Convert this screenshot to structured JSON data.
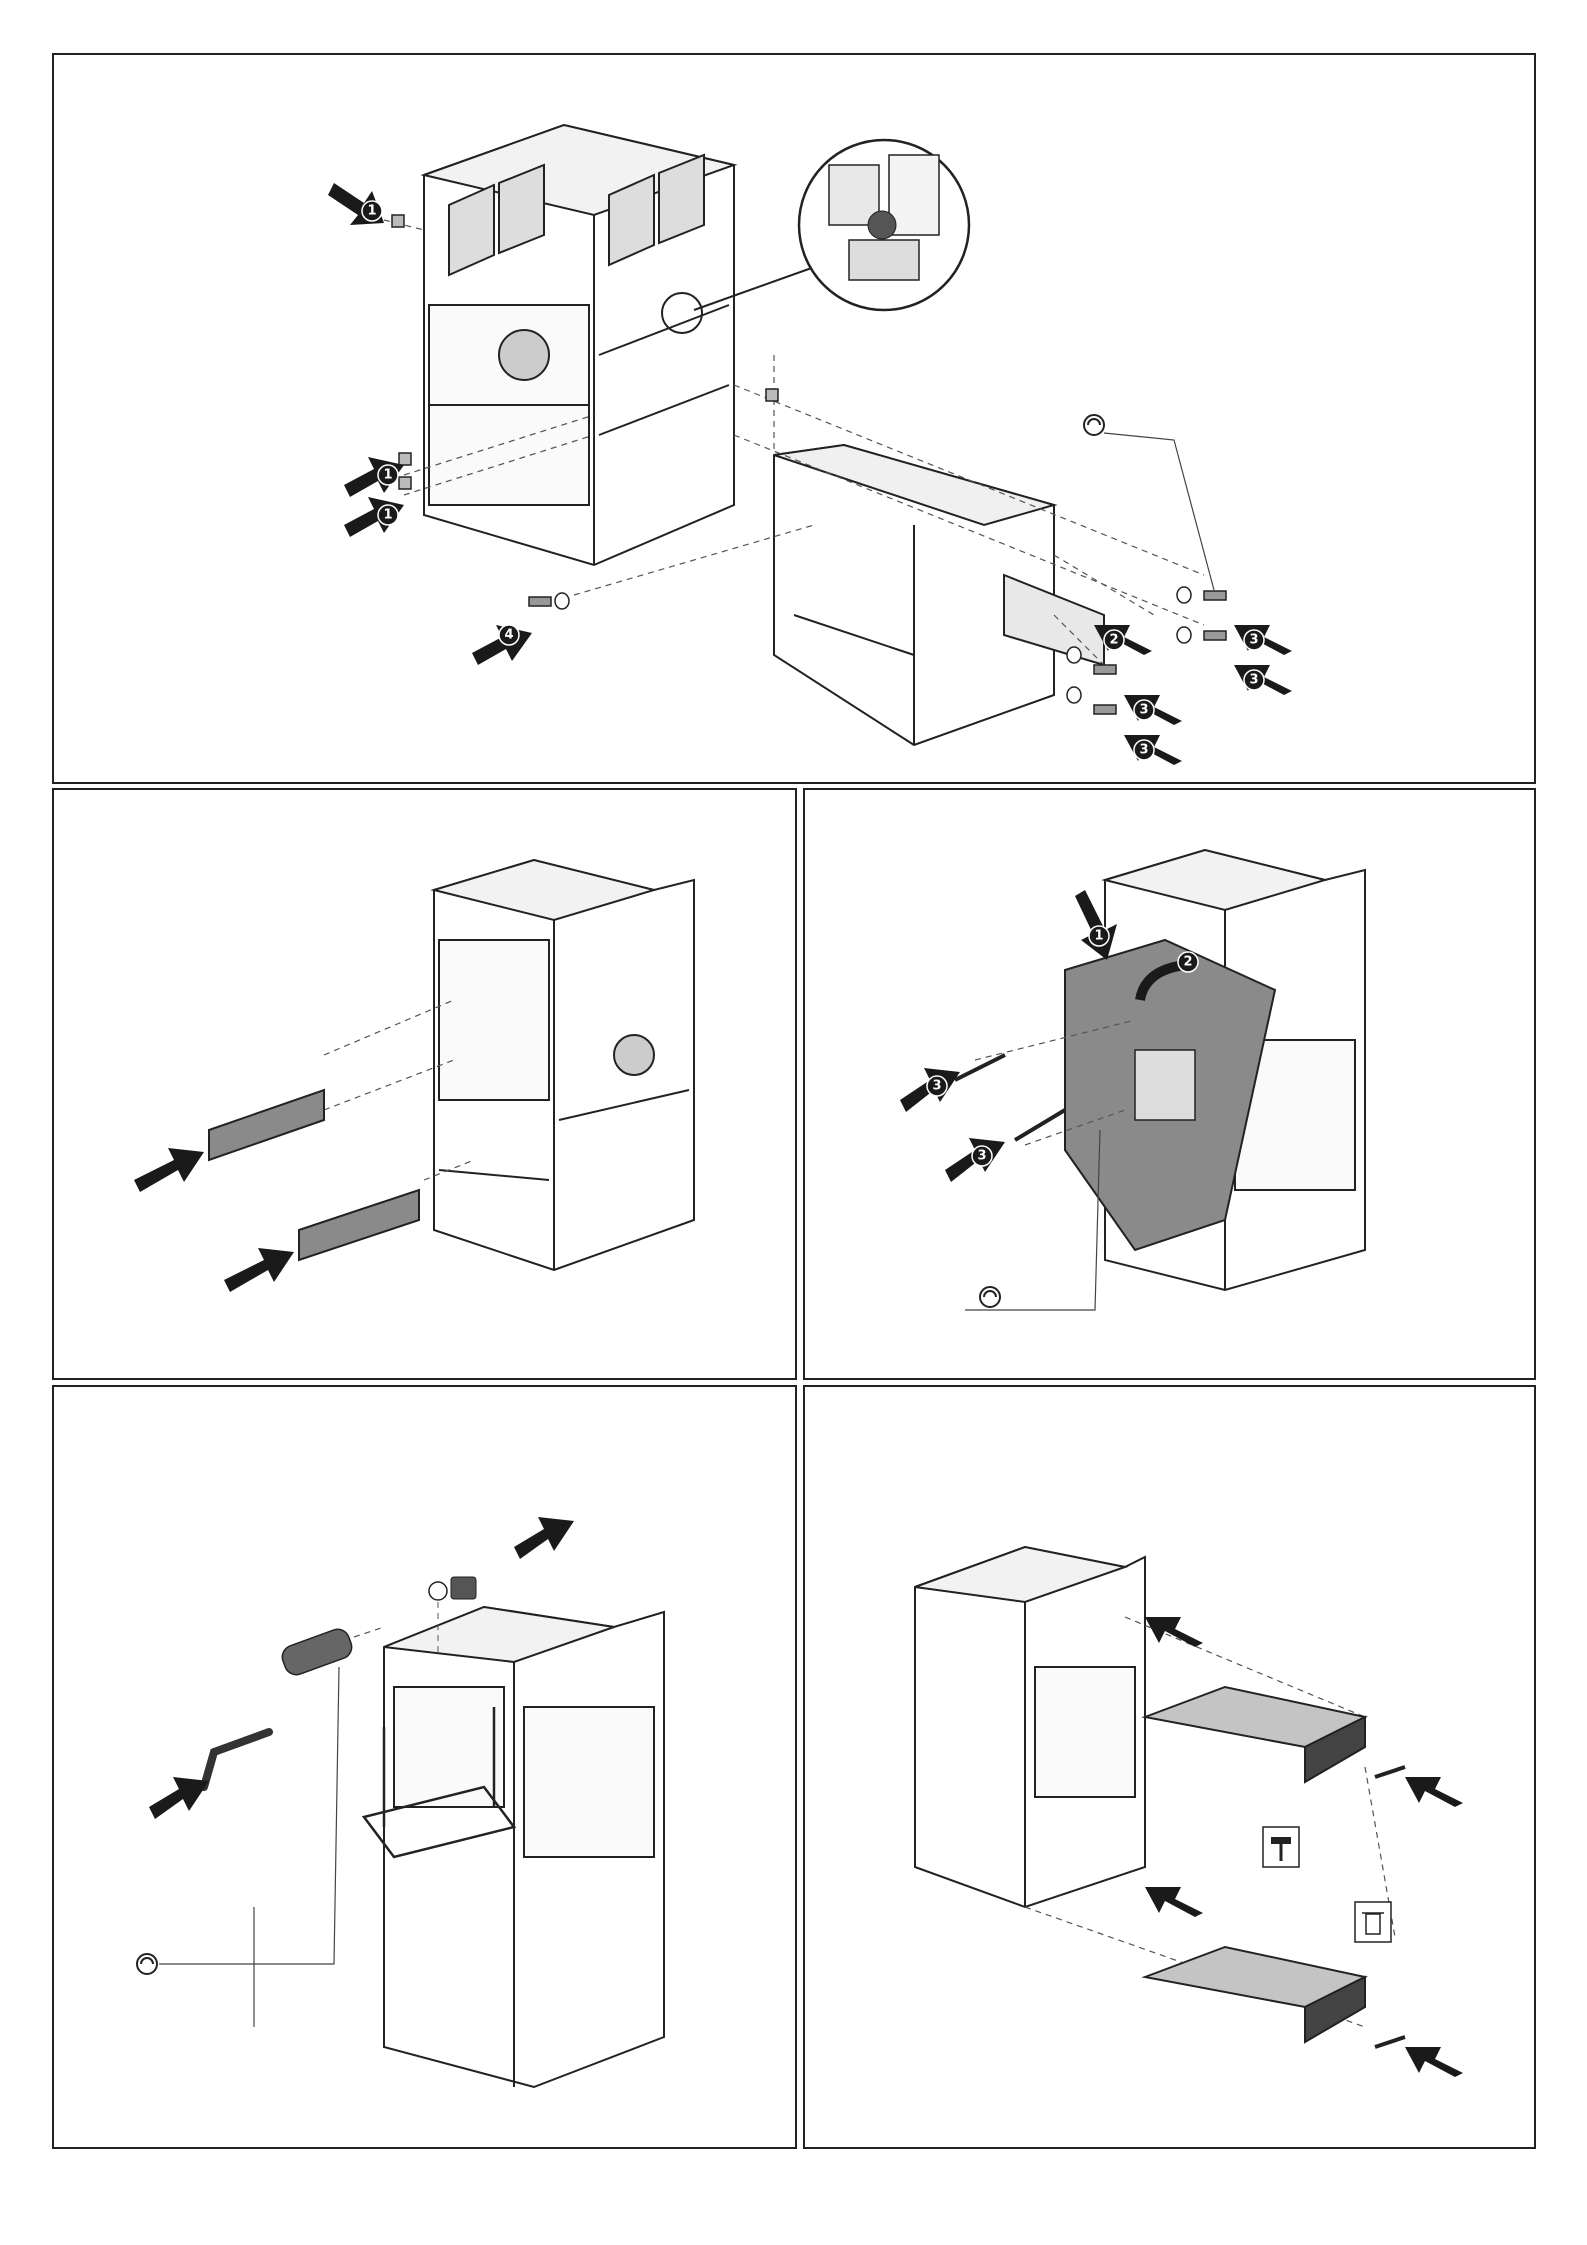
{
  "panels": [
    {
      "id": "panel-1",
      "steps": [
        "1",
        "1",
        "1",
        "2",
        "3",
        "3",
        "3",
        "3",
        "4"
      ]
    },
    {
      "id": "panel-2",
      "steps": []
    },
    {
      "id": "panel-3",
      "steps": [
        "1",
        "2",
        "3",
        "3"
      ]
    },
    {
      "id": "panel-4",
      "steps": []
    },
    {
      "id": "panel-5",
      "steps": []
    }
  ],
  "icons": {
    "torque": "torque-wrench-icon",
    "hammer": "hammer-icon",
    "trash": "trash-bin-icon",
    "arrow": "insertion-arrow-icon"
  },
  "colors": {
    "line": "#222222",
    "arrow_fill": "#1a1a1a",
    "panel_fill": "#8a8a8a",
    "part_gray": "#cfcfcf",
    "dark_part": "#333333"
  }
}
